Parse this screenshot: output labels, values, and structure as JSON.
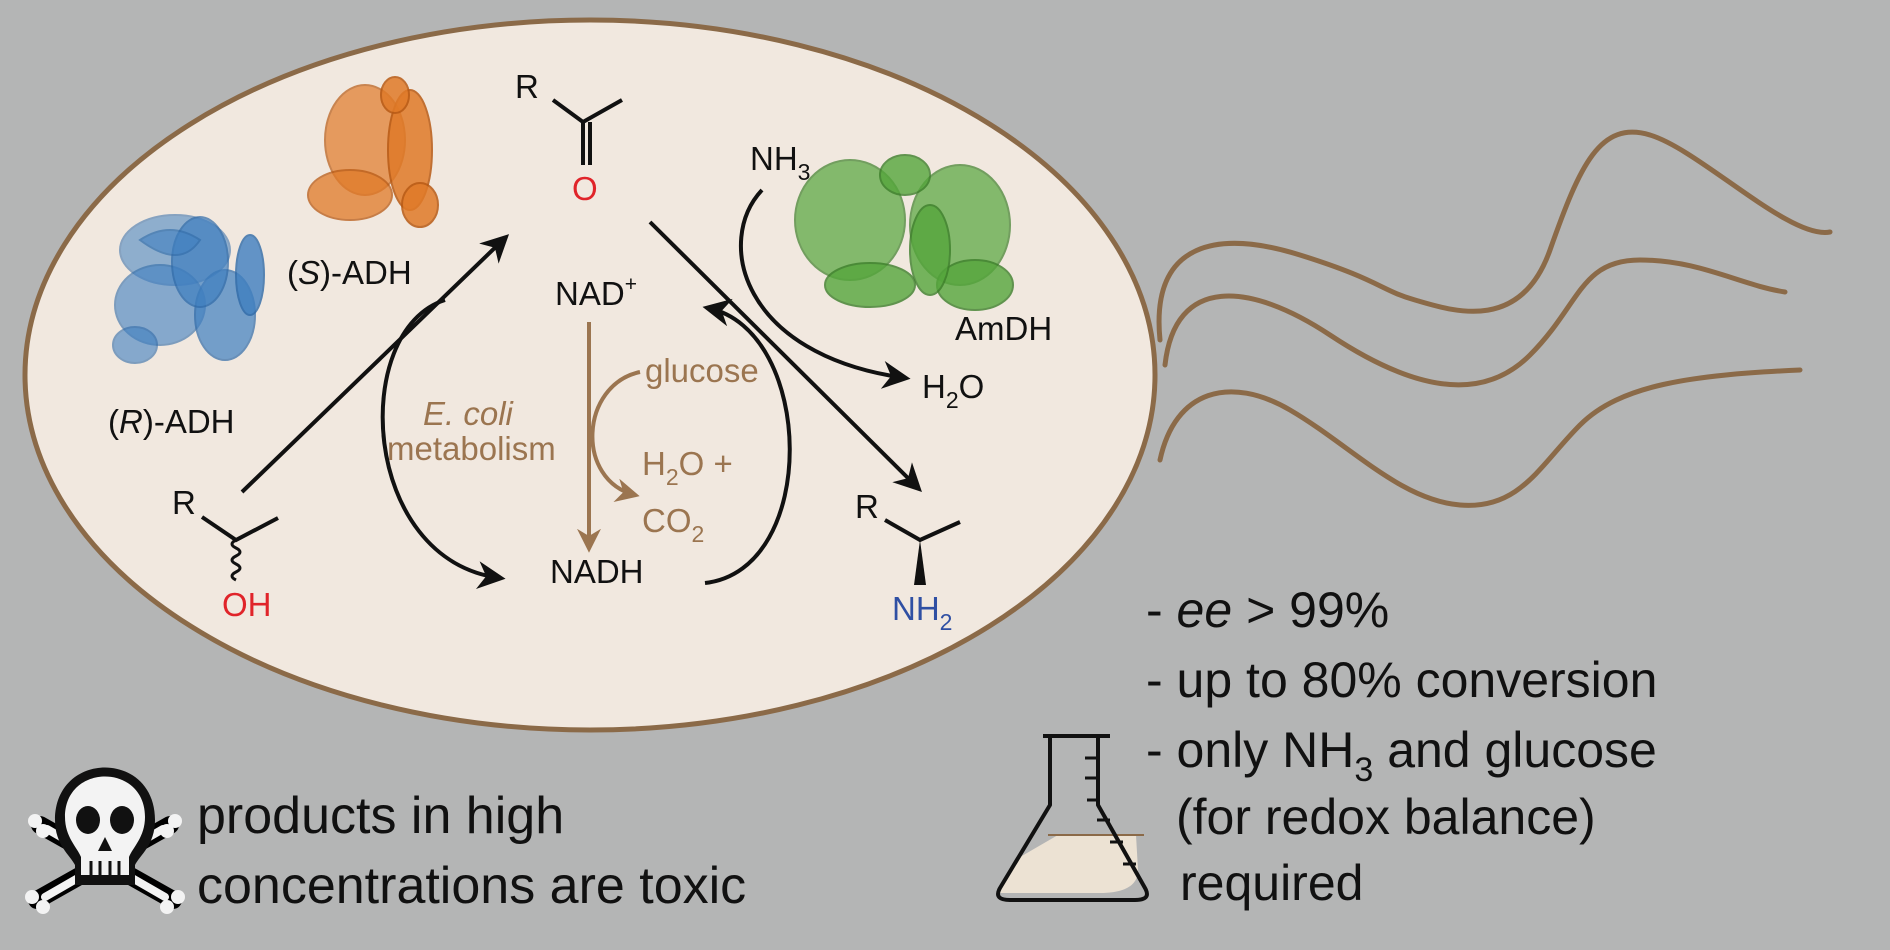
{
  "colors": {
    "background": "#b4b5b5",
    "cell_fill": "#f1e8df",
    "cell_outline": "#8b6a48",
    "metabolism_text": "#9b7550",
    "oxygen_red": "#e0242a",
    "nitrogen_blue": "#2f4fa3",
    "r_adh_protein": "#3f7fc0",
    "s_adh_protein": "#e07a28",
    "amdh_protein": "#55a63c"
  },
  "enzymes": {
    "r_adh": {
      "italic": "R",
      "label": "(R)-ADH",
      "icon": "blue-protein-ribbon"
    },
    "s_adh": {
      "italic": "S",
      "label": "(S)-ADH",
      "icon": "orange-protein-ribbon"
    },
    "amdh": {
      "label": "AmDH",
      "icon": "green-protein-ribbon"
    }
  },
  "molecules": {
    "ketone": {
      "r_group": "R",
      "oxygen": "O"
    },
    "alcohol": {
      "r_group": "R",
      "hydroxyl": "OH"
    },
    "amine": {
      "r_group": "R",
      "amine_n": "NH",
      "amine_sub": "2"
    },
    "ammonia": {
      "base": "NH",
      "sub": "3"
    },
    "water": {
      "pre": "H",
      "sub": "2",
      "post": "O"
    }
  },
  "cofactor": {
    "oxidized_base": "NAD",
    "oxidized_sup": "+",
    "reduced": "NADH"
  },
  "metabolism": {
    "organism": "E. coli",
    "word": "metabolism",
    "substrate": "glucose",
    "product_line1_pre": "H",
    "product_line1_sub": "2",
    "product_line1_post": "O +",
    "product_line2_pre": "CO",
    "product_line2_sub": "2"
  },
  "toxicity_note": {
    "icon": "skull-and-crossbones-icon",
    "line1": "products in high",
    "line2": "concentrations are toxic"
  },
  "results": {
    "icon": "erlenmeyer-flask-icon",
    "line1_dash": "- ",
    "line1_italic": "ee",
    "line1_rest": " > 99%",
    "line2": "- up to 80% conversion",
    "line3_pre": "- only NH",
    "line3_sub": "3",
    "line3_post": " and glucose",
    "line4": "(for redox balance)",
    "line5": "required"
  }
}
